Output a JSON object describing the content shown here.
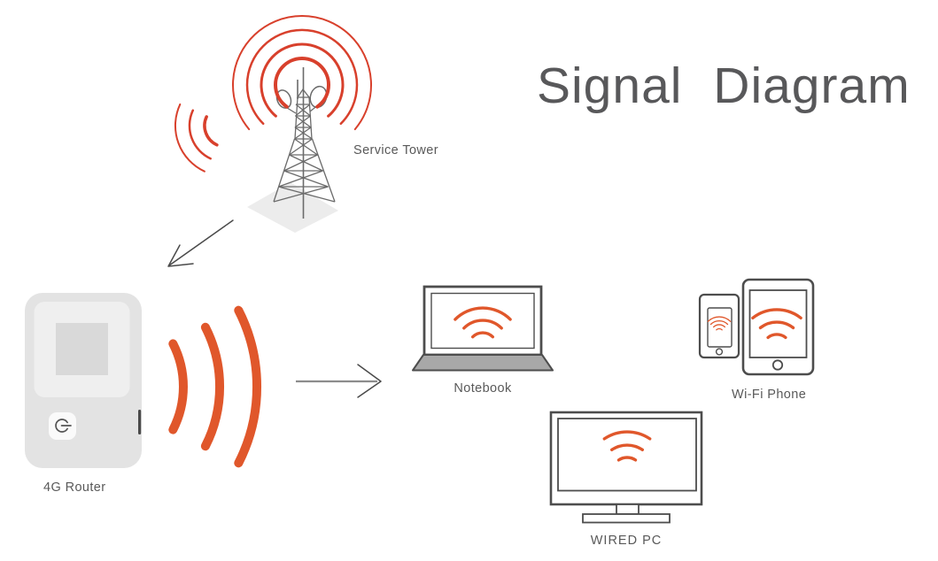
{
  "title": "Signal Diagram",
  "nodes": {
    "service_tower": {
      "label": "Service Tower"
    },
    "router": {
      "label": "4G Router"
    },
    "notebook": {
      "label": "Notebook"
    },
    "wifi_phone": {
      "label": "Wi-Fi Phone"
    },
    "wired_pc": {
      "label": "WIRED PC"
    }
  },
  "icons": {
    "tower_signal_waves": "concentric-arcs",
    "side_signal_waves": "concentric-arcs",
    "router_signal_waves": "concentric-arcs",
    "device_wifi_waves": "wifi-arcs",
    "router_power_button": "power-glyph",
    "flow_arrow": "open-arrowhead-line"
  },
  "colors": {
    "accent_orange": "#E0572B",
    "signal_red": "#D8402C",
    "outline_gray": "#4D4D4D",
    "label_gray": "#595959",
    "title_gray": "#58585A",
    "router_body": "#E3E3E3",
    "router_panel": "#EFEFEF",
    "router_screen": "#D9D9D9",
    "laptop_base": "#A8A8A8",
    "shadow_gray": "#ECECEC"
  }
}
